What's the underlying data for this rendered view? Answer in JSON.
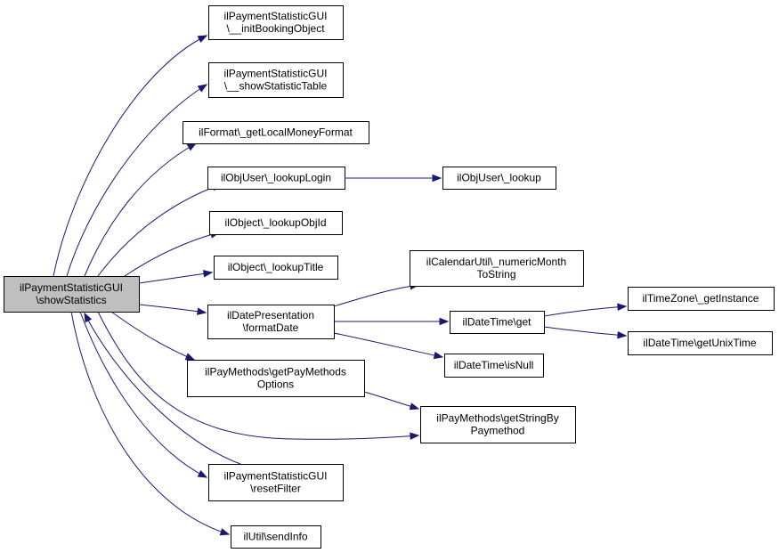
{
  "diagram": {
    "nodes": [
      {
        "id": "root",
        "lines": [
          "ilPaymentStatisticGUI",
          "\\showStatistics"
        ],
        "root": true
      },
      {
        "id": "initBooking",
        "lines": [
          "ilPaymentStatisticGUI",
          "\\__initBookingObject"
        ]
      },
      {
        "id": "showTable",
        "lines": [
          "ilPaymentStatisticGUI",
          "\\__showStatisticTable"
        ]
      },
      {
        "id": "moneyFormat",
        "lines": [
          "ilFormat\\_getLocalMoneyFormat"
        ]
      },
      {
        "id": "lookupLogin",
        "lines": [
          "ilObjUser\\_lookupLogin"
        ]
      },
      {
        "id": "lookup",
        "lines": [
          "ilObjUser\\_lookup"
        ]
      },
      {
        "id": "lookupObjId",
        "lines": [
          "ilObject\\_lookupObjId"
        ]
      },
      {
        "id": "lookupTitle",
        "lines": [
          "ilObject\\_lookupTitle"
        ]
      },
      {
        "id": "numericMonth",
        "lines": [
          "ilCalendarUtil\\_numericMonth",
          "ToString"
        ]
      },
      {
        "id": "formatDate",
        "lines": [
          "ilDatePresentation",
          "\\formatDate"
        ]
      },
      {
        "id": "dtGet",
        "lines": [
          "ilDateTime\\get"
        ]
      },
      {
        "id": "tzInstance",
        "lines": [
          "ilTimeZone\\_getInstance"
        ]
      },
      {
        "id": "unixTime",
        "lines": [
          "ilDateTime\\getUnixTime"
        ]
      },
      {
        "id": "isNull",
        "lines": [
          "ilDateTime\\isNull"
        ]
      },
      {
        "id": "payOptions",
        "lines": [
          "ilPayMethods\\getPayMethods",
          "Options"
        ]
      },
      {
        "id": "stringBy",
        "lines": [
          "ilPayMethods\\getStringBy",
          "Paymethod"
        ]
      },
      {
        "id": "resetFilter",
        "lines": [
          "ilPaymentStatisticGUI",
          "\\resetFilter"
        ]
      },
      {
        "id": "sendInfo",
        "lines": [
          "ilUtil\\sendInfo"
        ]
      }
    ],
    "edges": [
      {
        "from": "root",
        "to": "initBooking"
      },
      {
        "from": "root",
        "to": "showTable"
      },
      {
        "from": "root",
        "to": "moneyFormat"
      },
      {
        "from": "root",
        "to": "lookupLogin"
      },
      {
        "from": "lookupLogin",
        "to": "lookup"
      },
      {
        "from": "root",
        "to": "lookupObjId"
      },
      {
        "from": "root",
        "to": "lookupTitle"
      },
      {
        "from": "root",
        "to": "formatDate"
      },
      {
        "from": "formatDate",
        "to": "numericMonth"
      },
      {
        "from": "formatDate",
        "to": "dtGet"
      },
      {
        "from": "formatDate",
        "to": "isNull"
      },
      {
        "from": "dtGet",
        "to": "tzInstance"
      },
      {
        "from": "dtGet",
        "to": "unixTime"
      },
      {
        "from": "root",
        "to": "payOptions"
      },
      {
        "from": "payOptions",
        "to": "stringBy"
      },
      {
        "from": "root",
        "to": "stringBy"
      },
      {
        "from": "root",
        "to": "resetFilter"
      },
      {
        "from": "resetFilter",
        "to": "root"
      },
      {
        "from": "root",
        "to": "sendInfo"
      }
    ],
    "colors": {
      "edge": "#191970",
      "root_fill": "#bfbfbf",
      "node_fill": "#ffffff",
      "border": "#000000"
    }
  }
}
